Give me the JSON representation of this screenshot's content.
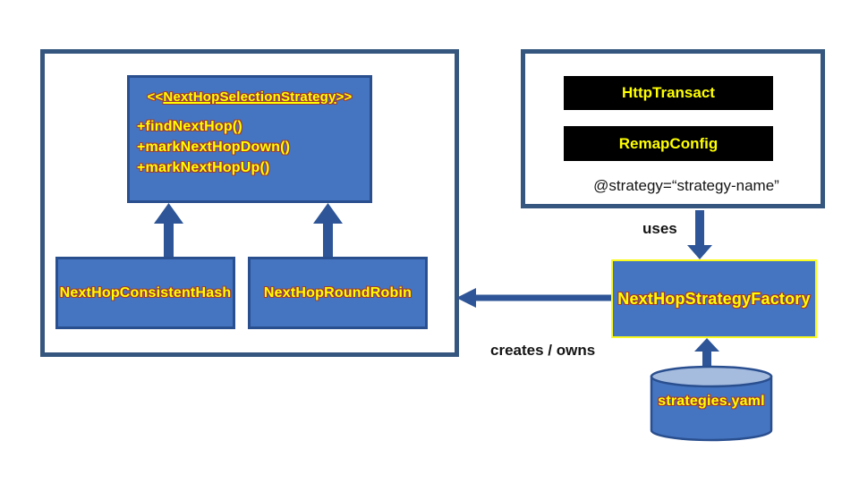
{
  "colors": {
    "box_blue": "#4575C1",
    "panel_border_navy": "#35567E",
    "box_border_navy": "#2A4F8F",
    "arrow_blue": "#2E5597",
    "accent_yellow": "#FFFF00",
    "text_outline_dark_red": "#9E3A38",
    "black_bar": "#000000",
    "cylinder_top_blue": "#A5BCDF"
  },
  "interface_box": {
    "stereotype_open": "<<",
    "name": "NextHopSelectionStrategy",
    "stereotype_close": ">>",
    "methods": [
      "+findNextHop()",
      "+markNextHopDown()",
      "+markNextHopUp()"
    ]
  },
  "implementations": [
    {
      "label": "NextHopConsistentHash"
    },
    {
      "label": "NextHopRoundRobin"
    }
  ],
  "consumers": {
    "items": [
      {
        "label": "HttpTransact"
      },
      {
        "label": "RemapConfig"
      }
    ],
    "attribute": "@strategy=“strategy-name”"
  },
  "relations": {
    "uses": "uses",
    "creates_owns": "creates / owns"
  },
  "factory": {
    "label": "NextHopStrategyFactory"
  },
  "datastore": {
    "label": "strategies.yaml"
  }
}
